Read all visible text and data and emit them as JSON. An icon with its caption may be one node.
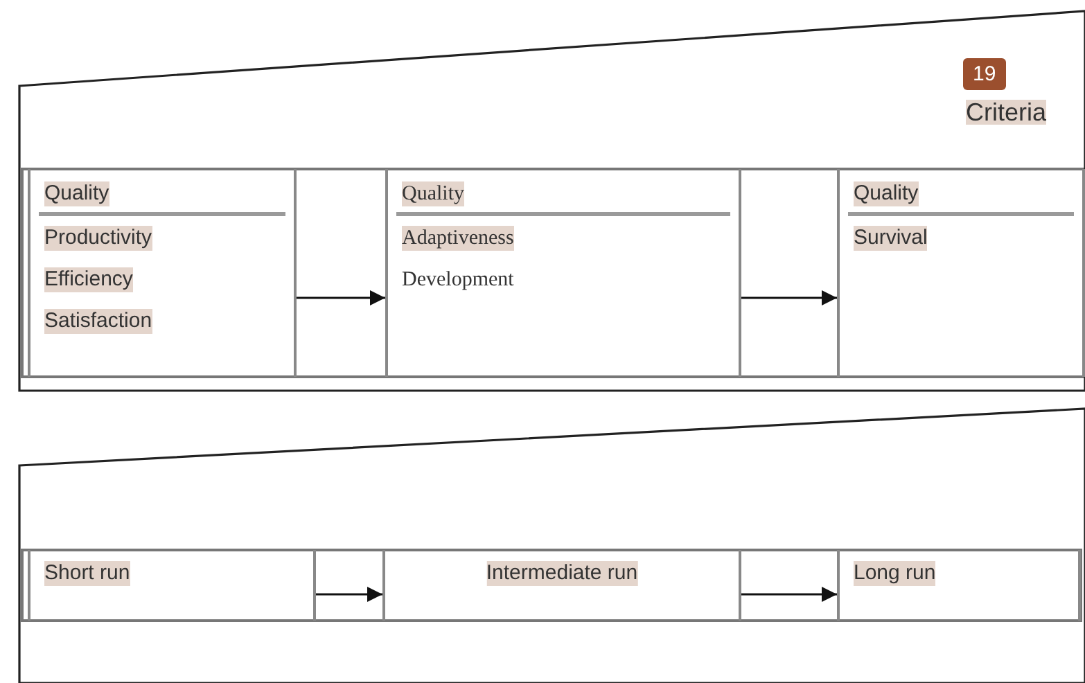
{
  "diagram": {
    "nodes": [
      {
        "text": [
          "Criteria"
        ]
      },
      {
        "text": [
          "Quality",
          "Productivity",
          "Efficiency",
          "Satisfaction"
        ],
        "in": 0
      },
      {
        "text": [
          "Quality",
          "Adaptiveness",
          "Development"
        ],
        "in": 0
      },
      {
        "text": [
          "Quality",
          "Survival"
        ],
        "in": 0
      },
      {
        "text": [],
        "shape": "box"
      },
      {
        "text": [
          "Short run"
        ],
        "in": 4
      },
      {
        "text": [
          "Intermediate run"
        ],
        "in": 4
      },
      {
        "text": [
          "Long run"
        ],
        "in": 4
      }
    ],
    "edges": [
      {
        "from": 1,
        "to": 2,
        "arrow": "to"
      },
      {
        "from": 2,
        "to": 3,
        "arrow": "to"
      },
      {
        "from": 5,
        "to": 6,
        "arrow": "to"
      },
      {
        "from": 6,
        "to": 7,
        "arrow": "to"
      }
    ],
    "labels": [
      "19"
    ]
  }
}
